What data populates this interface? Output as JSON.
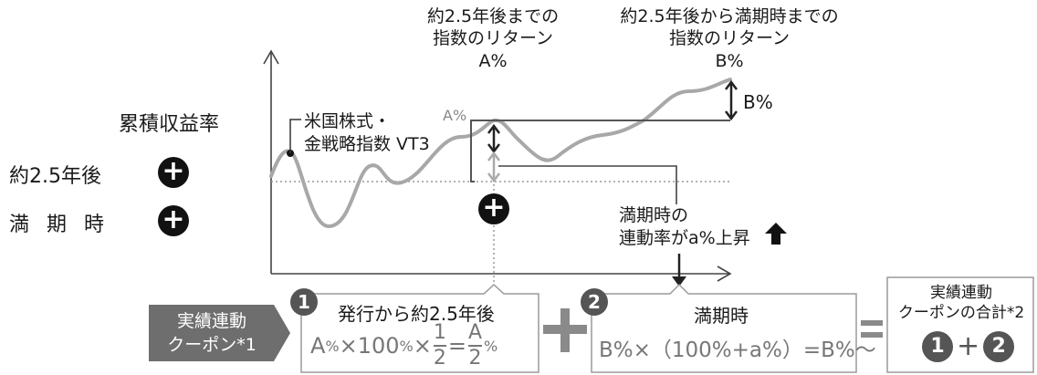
{
  "labels": {
    "cumulative_return": "累積収益率",
    "after_2_5y": "約2.5年後",
    "maturity": "満 期 時",
    "index_name": "米国株式・\n金戦略指数 VT3",
    "top_note_a": "約2.5年後までの\n指数のリターン\nA%",
    "top_note_b": "約2.5年後から満期時までの\n指数のリターン\nB%",
    "a_pct": "A%",
    "b_pct": "B%",
    "rise_note": "満期時の\n連動率がa%上昇",
    "plus_sign": "+",
    "equals_sign": "="
  },
  "bottom": {
    "tag": "実績連動\nクーポン*1",
    "box1_badge": "1",
    "box1_title": "発行から約2.5年後",
    "box1_formula_a": "A",
    "box1_formula_pct1": "%",
    "box1_formula_times1": "×100",
    "box1_formula_pct2": "%",
    "box1_formula_times2": "×",
    "box1_frac1_num": "1",
    "box1_frac1_den": "2",
    "box1_formula_eq": "=",
    "box1_frac2_num": "A",
    "box1_frac2_den": "2",
    "box1_formula_pct3": "%",
    "box2_badge": "2",
    "box2_title": "満期時",
    "box2_formula": "B%×（100%+a%）=B%～",
    "box3_title": "実績連動\nクーポンの合計*2",
    "box3_badge1": "1",
    "box3_plus": "+",
    "box3_badge2": "2"
  },
  "colors": {
    "curve": "#a8a8a8",
    "dark": "#111111",
    "gray_text": "#777777",
    "tag_fill": "#6e6e6e",
    "box_border": "#9a9a9a"
  }
}
